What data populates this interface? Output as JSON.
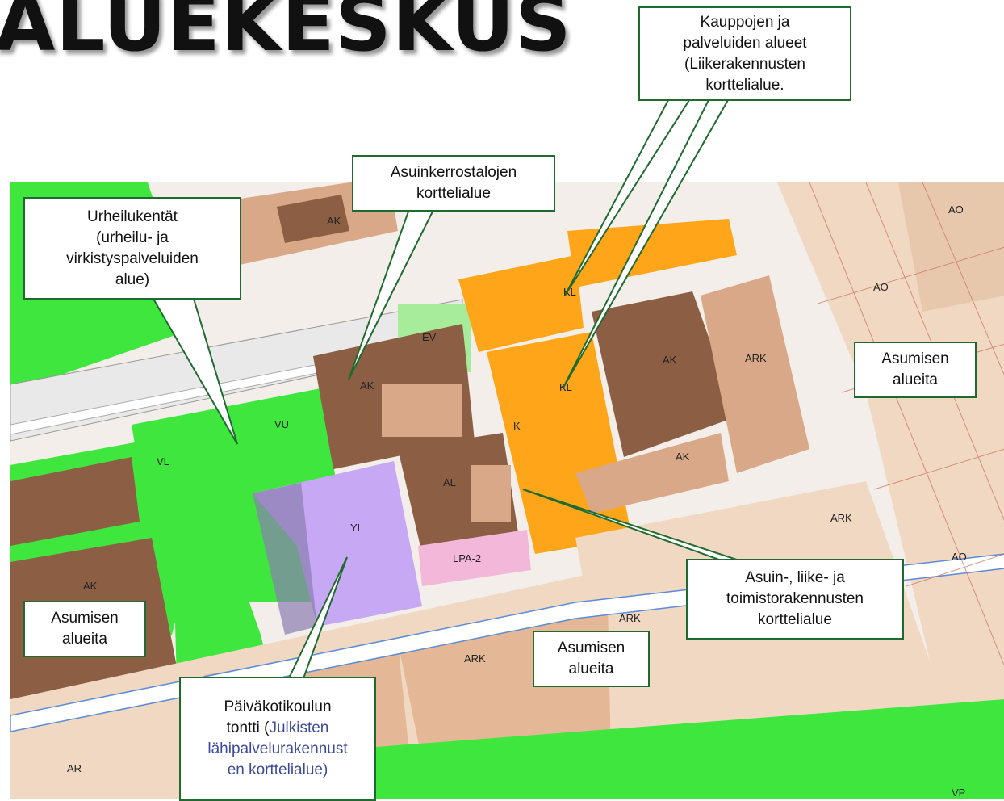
{
  "title": "ALUEKESKUS",
  "callouts": {
    "shops": {
      "lines": [
        "Kauppojen ja",
        "palveluiden alueet",
        "(Liikerakennusten",
        "korttelialue."
      ]
    },
    "apartments": {
      "lines": [
        "Asuinkerrostalojen",
        "korttelialue"
      ]
    },
    "sports": {
      "lines": [
        "Urheilukentät",
        "(urheilu- ja",
        "virkistyspalveluiden",
        "alue)"
      ]
    },
    "housing_right": {
      "lines": [
        "Asumisen",
        "alueita"
      ]
    },
    "housing_left": {
      "lines": [
        "Asumisen",
        "alueita"
      ]
    },
    "housing_center": {
      "lines": [
        "Asumisen",
        "alueita"
      ]
    },
    "mixed": {
      "lines": [
        "Asuin-, liike- ja",
        "toimistorakennusten",
        "korttelialue"
      ]
    },
    "school": {
      "line1": "Päiväkotikoulun",
      "line2a": "tontti (",
      "line2b": "Julkisten",
      "line3": "lähipalvelurakennust",
      "line4": "en korttelialue)"
    }
  },
  "zone_labels": {
    "ak_top": "AK",
    "ev": "EV",
    "kl_top": "KL",
    "kl_center": "KL",
    "ak_center": "AK",
    "ak_right": "AK",
    "ak_right2": "AK",
    "vu": "VU",
    "vl": "VL",
    "al": "AL",
    "yl": "YL",
    "lpa": "LPA-2",
    "ak_left": "AK",
    "ark_1": "ARK",
    "ark_2": "ARK",
    "ark_3": "ARK",
    "ark_4": "ARK",
    "ao_1": "AO",
    "ao_2": "AO",
    "ao_3": "AO",
    "ar": "AR",
    "vp": "VP",
    "k": "K"
  },
  "colors": {
    "callout_border": "#1f6b2f",
    "green_zone": "#3ee63e",
    "light_green_zone": "#a6ec9a",
    "orange_zone": "#ffa51a",
    "brown_block": "#8c5f45",
    "light_brown_block": "#d9a888",
    "purple_zone": "#c7a8f5",
    "pink_zone": "#f3b7d9",
    "tan_residential": "#f1d8c3"
  }
}
